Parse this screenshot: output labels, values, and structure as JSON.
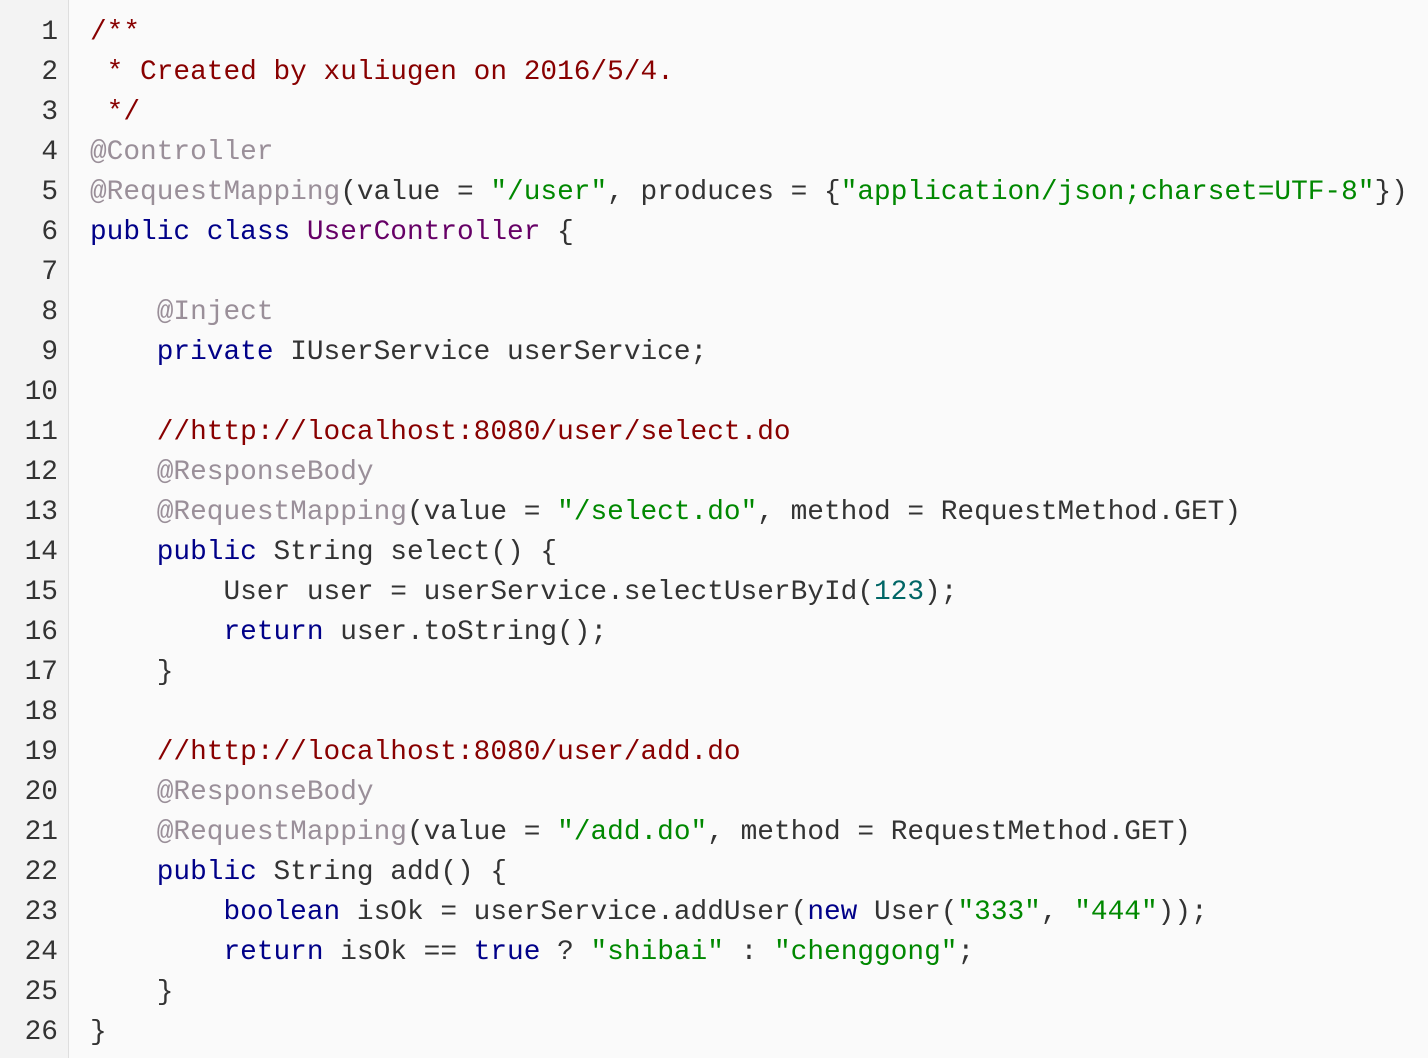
{
  "colors": {
    "com": "#880000",
    "kw": "#000088",
    "ann": "#9a8f99",
    "str": "#008800",
    "num": "#006666",
    "cls": "#660066",
    "pln": "#333333"
  },
  "lines": [
    {
      "n": "1",
      "tokens": [
        [
          "com",
          "/**"
        ]
      ]
    },
    {
      "n": "2",
      "tokens": [
        [
          "com",
          " * Created by xuliugen on 2016/5/4."
        ]
      ]
    },
    {
      "n": "3",
      "tokens": [
        [
          "com",
          " */"
        ]
      ]
    },
    {
      "n": "4",
      "tokens": [
        [
          "ann",
          "@Controller"
        ]
      ]
    },
    {
      "n": "5",
      "tokens": [
        [
          "ann",
          "@RequestMapping"
        ],
        [
          "pln",
          "(value = "
        ],
        [
          "str",
          "\"/user\""
        ],
        [
          "pln",
          ", produces = {"
        ],
        [
          "str",
          "\"application/json;charset=UTF-8\""
        ],
        [
          "pln",
          "})"
        ]
      ]
    },
    {
      "n": "6",
      "tokens": [
        [
          "kw",
          "public"
        ],
        [
          "pln",
          " "
        ],
        [
          "kw",
          "class"
        ],
        [
          "pln",
          " "
        ],
        [
          "cls",
          "UserController"
        ],
        [
          "pln",
          " {"
        ]
      ]
    },
    {
      "n": "7",
      "tokens": []
    },
    {
      "n": "8",
      "tokens": [
        [
          "pln",
          "    "
        ],
        [
          "ann",
          "@Inject"
        ]
      ]
    },
    {
      "n": "9",
      "tokens": [
        [
          "pln",
          "    "
        ],
        [
          "kw",
          "private"
        ],
        [
          "pln",
          " IUserService userService;"
        ]
      ]
    },
    {
      "n": "10",
      "tokens": []
    },
    {
      "n": "11",
      "tokens": [
        [
          "pln",
          "    "
        ],
        [
          "com",
          "//http://localhost:8080/user/select.do"
        ]
      ]
    },
    {
      "n": "12",
      "tokens": [
        [
          "pln",
          "    "
        ],
        [
          "ann",
          "@ResponseBody"
        ]
      ]
    },
    {
      "n": "13",
      "tokens": [
        [
          "pln",
          "    "
        ],
        [
          "ann",
          "@RequestMapping"
        ],
        [
          "pln",
          "(value = "
        ],
        [
          "str",
          "\"/select.do\""
        ],
        [
          "pln",
          ", method = RequestMethod.GET)"
        ]
      ]
    },
    {
      "n": "14",
      "tokens": [
        [
          "pln",
          "    "
        ],
        [
          "kw",
          "public"
        ],
        [
          "pln",
          " String select() {"
        ]
      ]
    },
    {
      "n": "15",
      "tokens": [
        [
          "pln",
          "        User user = userService.selectUserById("
        ],
        [
          "num",
          "123"
        ],
        [
          "pln",
          ");"
        ]
      ]
    },
    {
      "n": "16",
      "tokens": [
        [
          "pln",
          "        "
        ],
        [
          "kw",
          "return"
        ],
        [
          "pln",
          " user.toString();"
        ]
      ]
    },
    {
      "n": "17",
      "tokens": [
        [
          "pln",
          "    }"
        ]
      ]
    },
    {
      "n": "18",
      "tokens": []
    },
    {
      "n": "19",
      "tokens": [
        [
          "pln",
          "    "
        ],
        [
          "com",
          "//http://localhost:8080/user/add.do"
        ]
      ]
    },
    {
      "n": "20",
      "tokens": [
        [
          "pln",
          "    "
        ],
        [
          "ann",
          "@ResponseBody"
        ]
      ]
    },
    {
      "n": "21",
      "tokens": [
        [
          "pln",
          "    "
        ],
        [
          "ann",
          "@RequestMapping"
        ],
        [
          "pln",
          "(value = "
        ],
        [
          "str",
          "\"/add.do\""
        ],
        [
          "pln",
          ", method = RequestMethod.GET)"
        ]
      ]
    },
    {
      "n": "22",
      "tokens": [
        [
          "pln",
          "    "
        ],
        [
          "kw",
          "public"
        ],
        [
          "pln",
          " String add() {"
        ]
      ]
    },
    {
      "n": "23",
      "tokens": [
        [
          "pln",
          "        "
        ],
        [
          "kw",
          "boolean"
        ],
        [
          "pln",
          " isOk = userService.addUser("
        ],
        [
          "kw",
          "new"
        ],
        [
          "pln",
          " User("
        ],
        [
          "str",
          "\"333\""
        ],
        [
          "pln",
          ", "
        ],
        [
          "str",
          "\"444\""
        ],
        [
          "pln",
          "));"
        ]
      ]
    },
    {
      "n": "24",
      "tokens": [
        [
          "pln",
          "        "
        ],
        [
          "kw",
          "return"
        ],
        [
          "pln",
          " isOk == "
        ],
        [
          "kw",
          "true"
        ],
        [
          "pln",
          " ? "
        ],
        [
          "str",
          "\"shibai\""
        ],
        [
          "pln",
          " : "
        ],
        [
          "str",
          "\"chenggong\""
        ],
        [
          "pln",
          ";"
        ]
      ]
    },
    {
      "n": "25",
      "tokens": [
        [
          "pln",
          "    }"
        ]
      ]
    },
    {
      "n": "26",
      "tokens": [
        [
          "pln",
          "}"
        ]
      ]
    }
  ]
}
